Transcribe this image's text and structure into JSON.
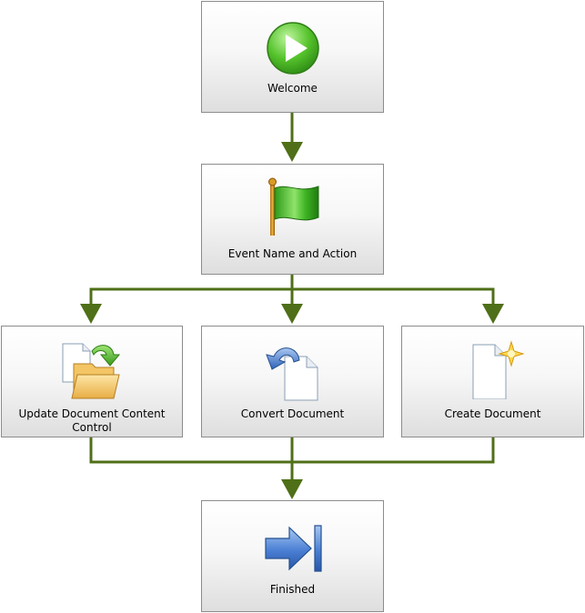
{
  "colors": {
    "connector": "#4f6f18",
    "node_border": "#8c8c8c"
  },
  "nodes": {
    "welcome": {
      "label": "Welcome",
      "icon": "play-icon"
    },
    "event": {
      "label": "Event Name and Action",
      "icon": "flag-icon"
    },
    "update": {
      "label": "Update Document Content Control",
      "icon": "document-folder-update-icon"
    },
    "convert": {
      "label": "Convert Document",
      "icon": "document-convert-icon"
    },
    "create": {
      "label": "Create Document",
      "icon": "new-document-icon"
    },
    "finished": {
      "label": "Finished",
      "icon": "finish-arrow-icon"
    }
  },
  "edges": [
    {
      "from": "Welcome",
      "to": "Event Name and Action"
    },
    {
      "from": "Event Name and Action",
      "to": "Update Document Content Control"
    },
    {
      "from": "Event Name and Action",
      "to": "Convert Document"
    },
    {
      "from": "Event Name and Action",
      "to": "Create Document"
    },
    {
      "from": "Update Document Content Control",
      "to": "Finished"
    },
    {
      "from": "Convert Document",
      "to": "Finished"
    },
    {
      "from": "Create Document",
      "to": "Finished"
    }
  ]
}
